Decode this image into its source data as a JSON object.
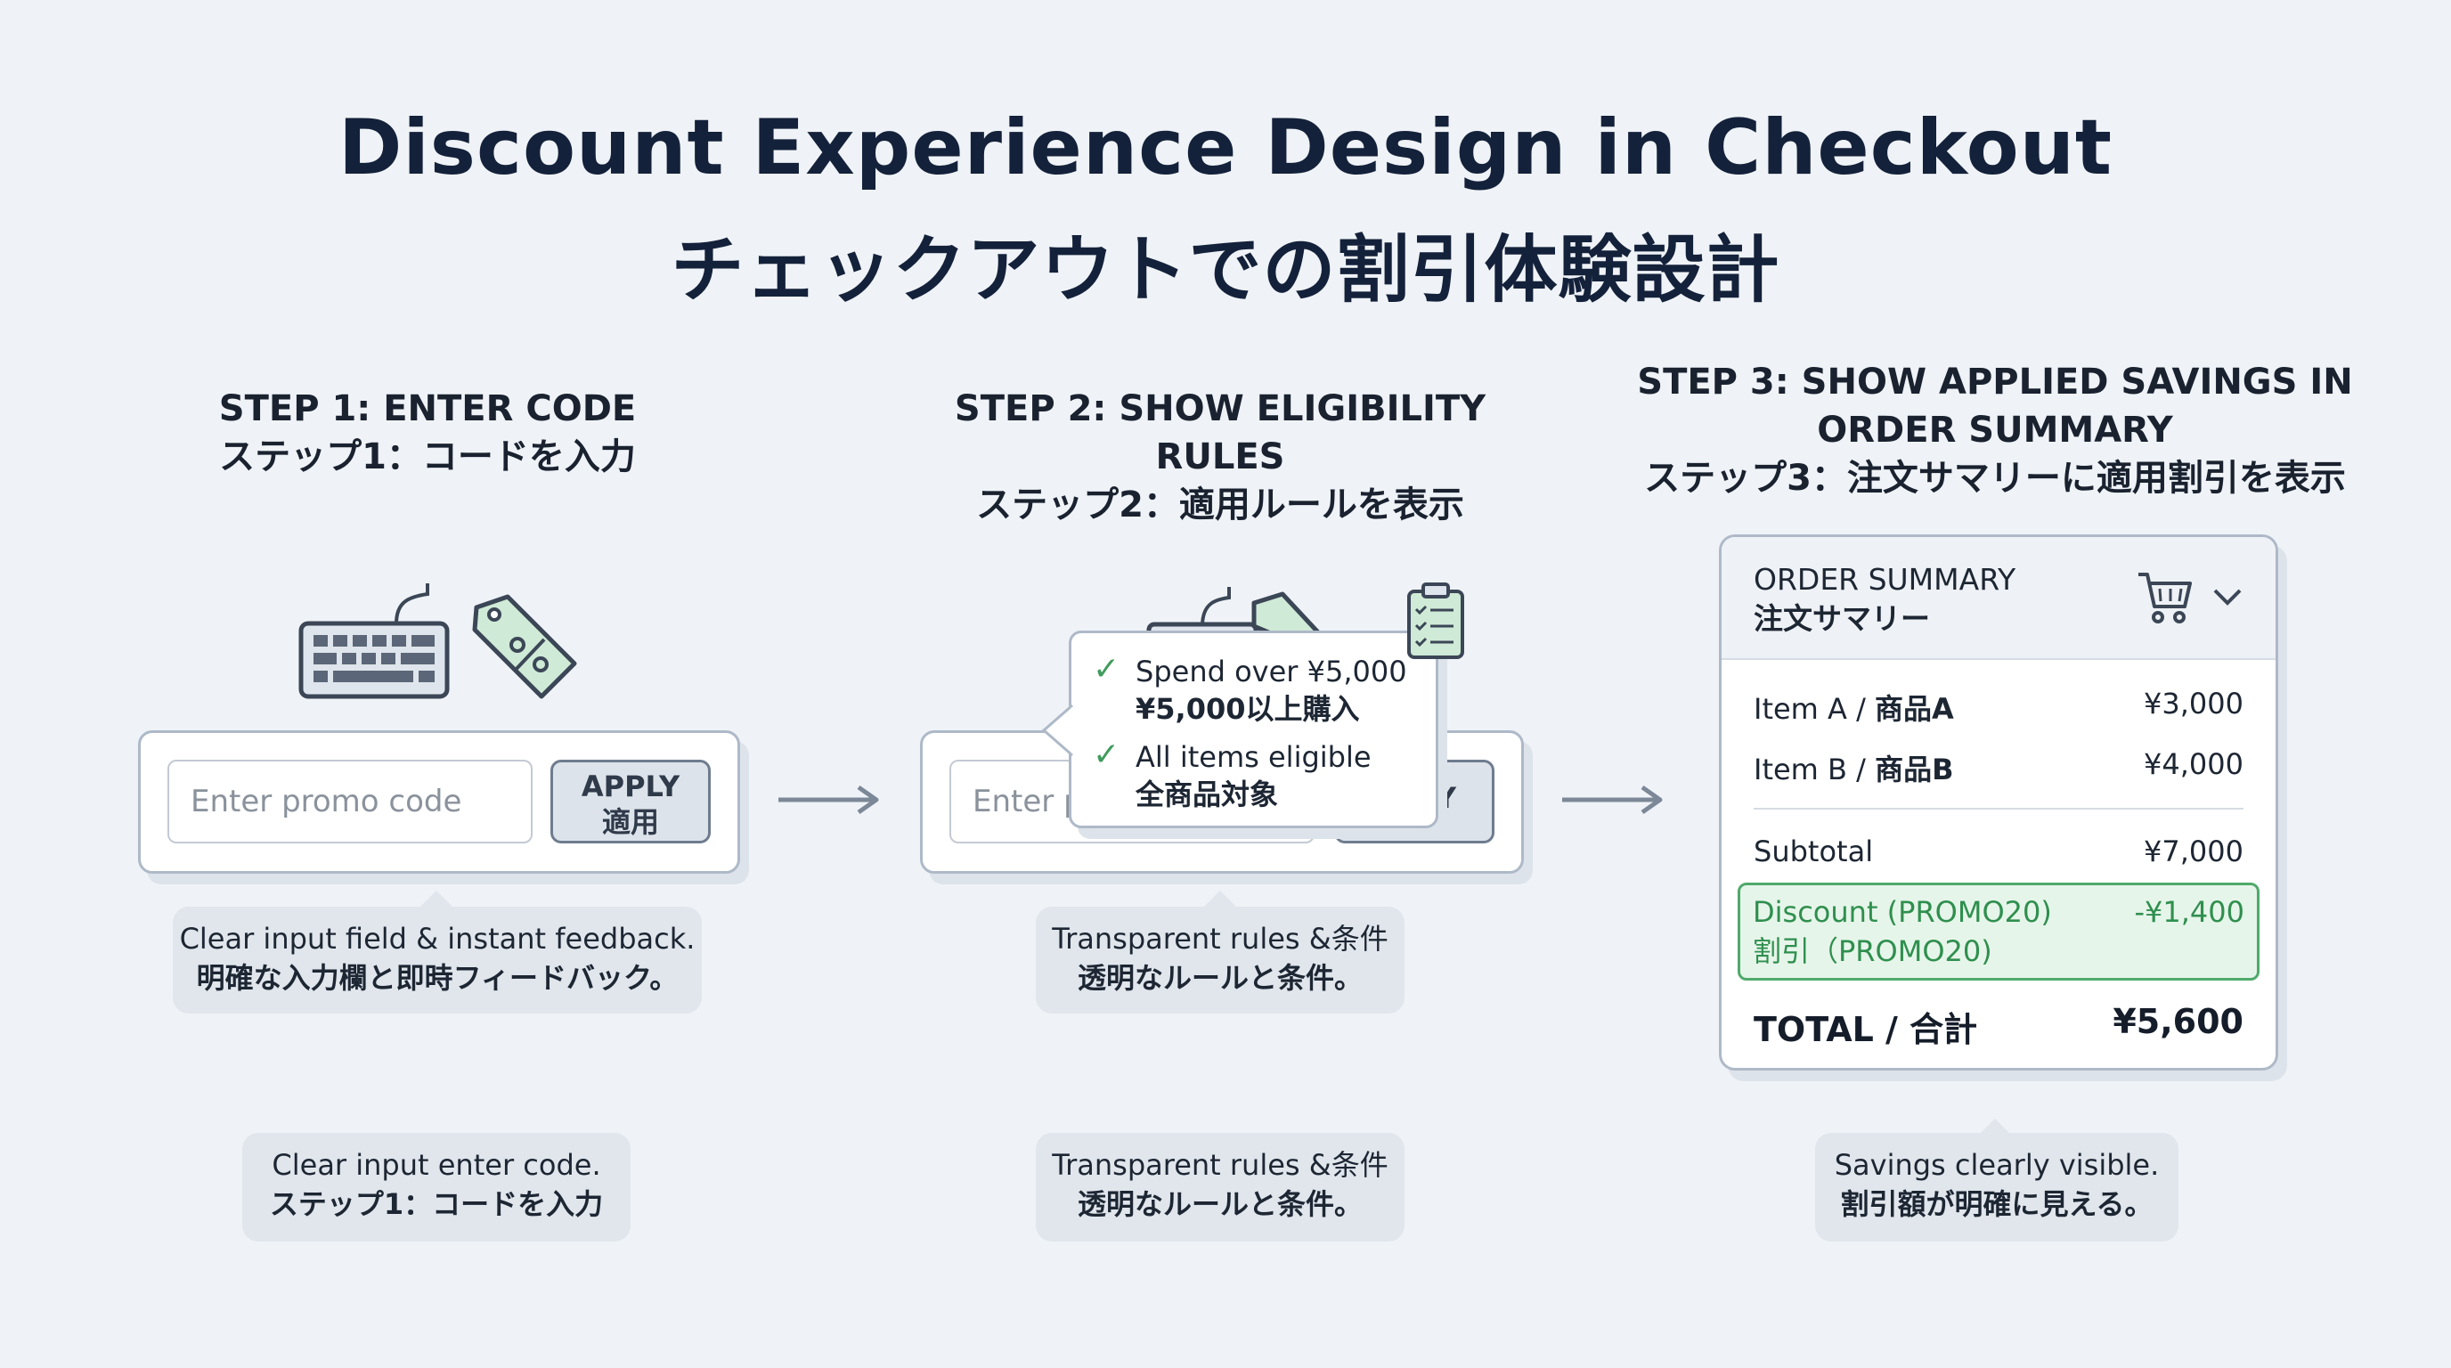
{
  "title": {
    "en": "Discount Experience Design in Checkout",
    "jp": "チェックアウトでの割引体験設計"
  },
  "step1": {
    "heading_en": "STEP 1: ENTER CODE",
    "heading_jp": "ステップ1：コードを入力",
    "input_placeholder": "Enter promo code",
    "apply_en": "APPLY",
    "apply_jp": "適用",
    "caption_en": "Clear input field & instant feedback.",
    "caption_jp": "明確な入力欄と即時フィードバック。",
    "footer_en": "Clear input enter code.",
    "footer_jp": "ステップ1：コードを入力",
    "icons": [
      "keyboard-icon",
      "discount-tag-icon"
    ]
  },
  "step2": {
    "heading_en": "STEP 2: SHOW ELIGIBILITY RULES",
    "heading_jp": "ステップ2：適用ルールを表示",
    "input_placeholder_partial": "Enter p",
    "apply_partial": "Y",
    "rules": [
      {
        "en": "Spend over ¥5,000",
        "jp": "¥5,000以上購入"
      },
      {
        "en": "All items eligible",
        "jp": "全商品対象"
      }
    ],
    "caption_en": "Transparent rules &条件",
    "caption_jp": "透明なルールと条件。",
    "footer_en": "Transparent rules &条件",
    "footer_jp": "透明なルールと条件。",
    "icons": [
      "clipboard-checklist-icon",
      "checkmark-icon"
    ]
  },
  "step3": {
    "heading_en_1": "STEP 3: SHOW APPLIED SAVINGS IN",
    "heading_en_2": "ORDER SUMMARY",
    "heading_jp": "ステップ3：注文サマリーに適用割引を表示",
    "summary": {
      "title_en": "ORDER SUMMARY",
      "title_jp": "注文サマリー",
      "items": [
        {
          "label_en": "Item A / ",
          "label_jp": "商品A",
          "price": "¥3,000"
        },
        {
          "label_en": "Item B / ",
          "label_jp": "商品B",
          "price": "¥4,000"
        }
      ],
      "subtotal_label": "Subtotal",
      "subtotal_value": "¥7,000",
      "discount_label_en": "Discount (PROMO20)",
      "discount_label_jp": "割引（PROMO20)",
      "discount_value": "-¥1,400",
      "total_label": "TOTAL / 合計",
      "total_value": "¥5,600"
    },
    "footer_en": "Savings clearly visible.",
    "footer_jp": "割引額が明確に見える。",
    "icons": [
      "cart-icon",
      "chevron-down-icon"
    ]
  },
  "colors": {
    "background": "#eff3f7",
    "accent_green": "#4faa6b",
    "border": "#aeb9c8",
    "title": "#14213a"
  }
}
